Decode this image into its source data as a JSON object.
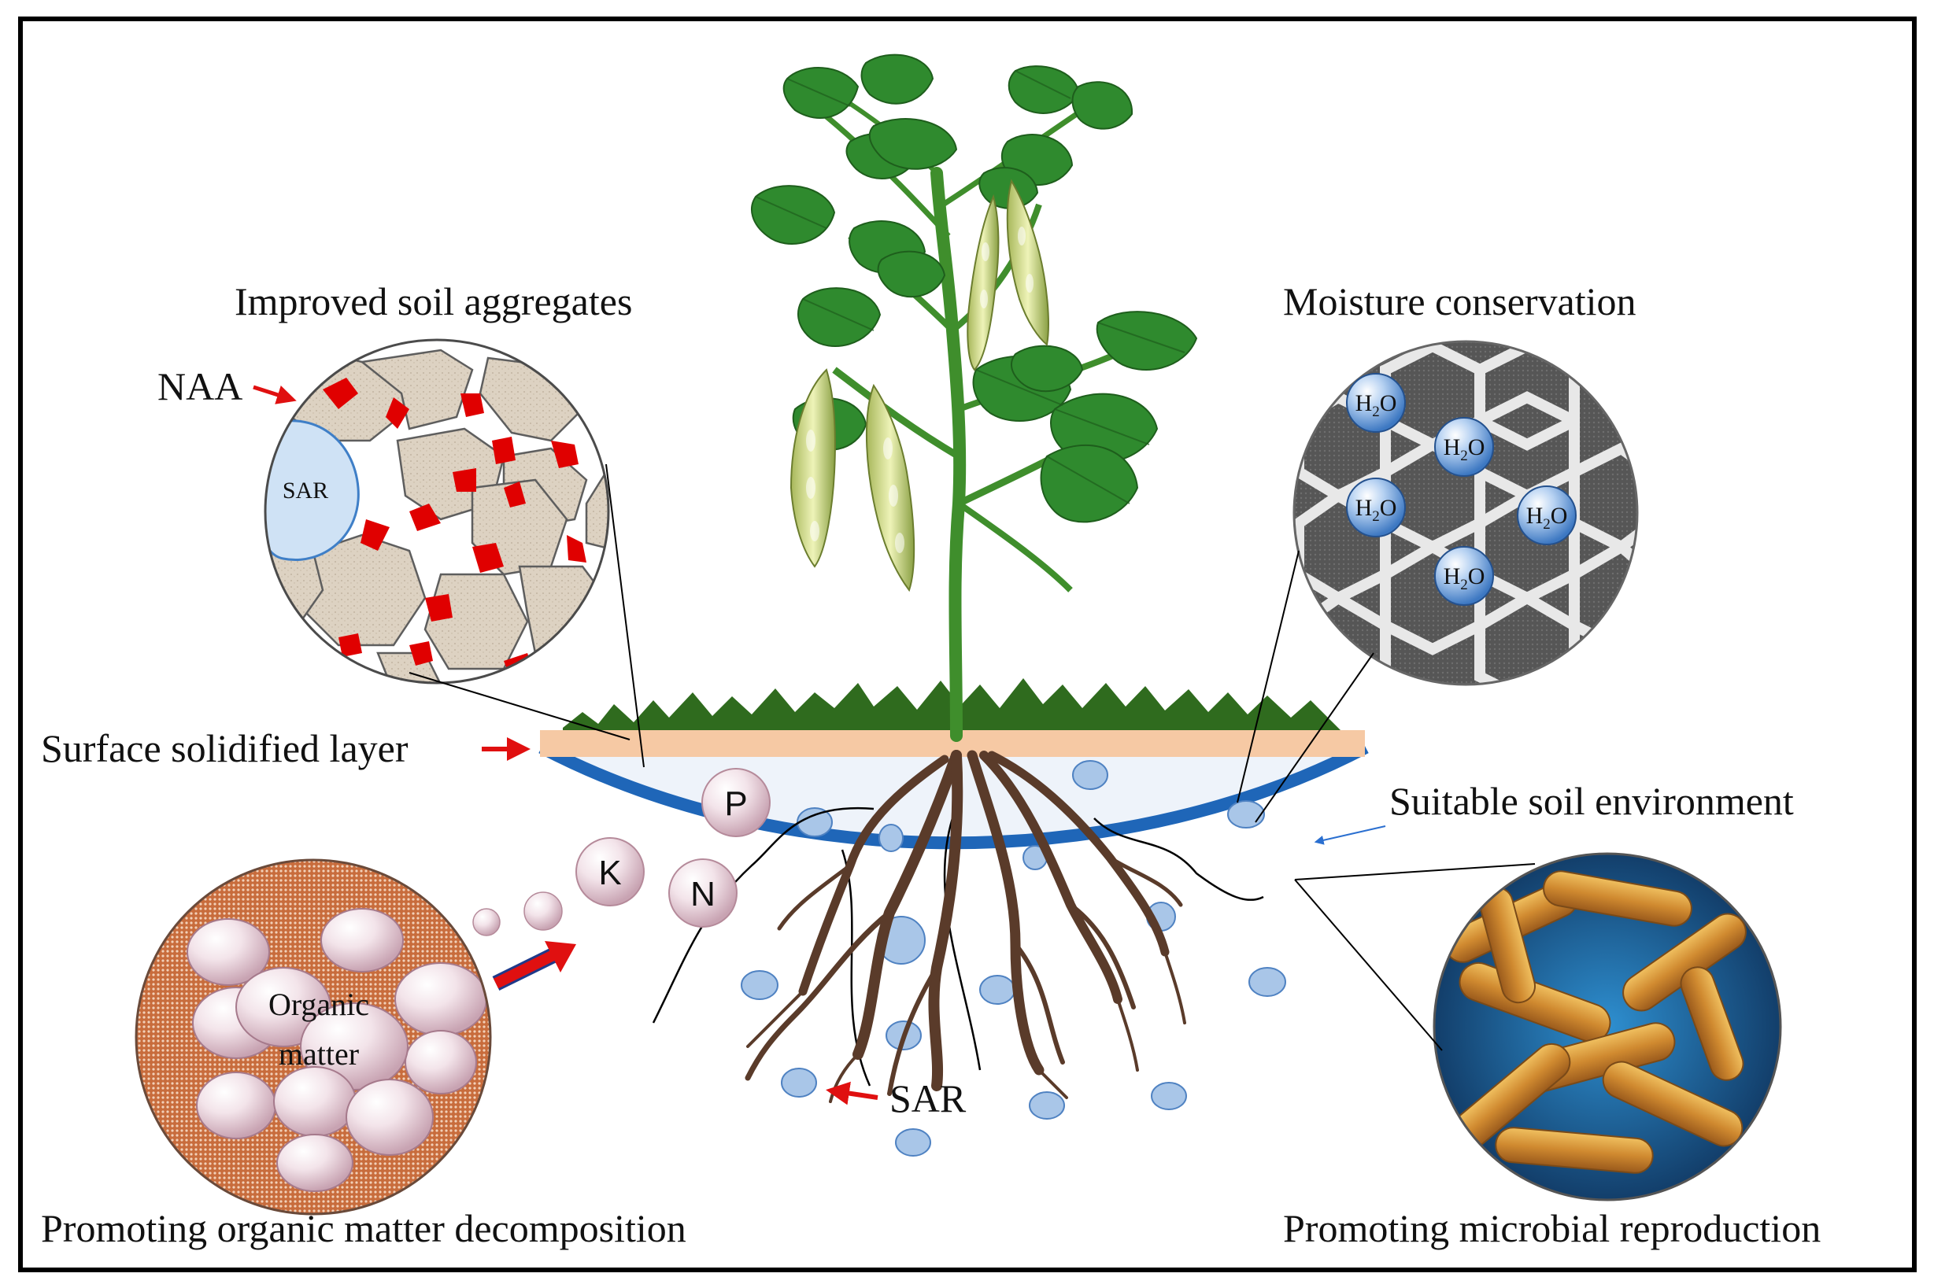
{
  "labels": {
    "improved_soil_aggregates": "Improved soil aggregates",
    "moisture_conservation": "Moisture conservation",
    "naa": "NAA",
    "sar_inset": "SAR",
    "surface_solidified_layer": "Surface solidified layer",
    "suitable_soil_environment": "Suitable soil environment",
    "organic": "Organic",
    "matter": "matter",
    "sar_soil": "SAR",
    "promoting_decomposition": "Promoting organic matter decomposition",
    "promoting_microbial": "Promoting microbial reproduction"
  },
  "nutrients": {
    "p": "P",
    "k": "K",
    "n": "N"
  },
  "water": {
    "h": "H",
    "sub": "2",
    "o": "O"
  },
  "colors": {
    "frame": "#000000",
    "soil_bowl": "#eef3fa",
    "bowl_rim": "#1f66b8",
    "surface_layer": "#f6c9a4",
    "grass": "#2f6b1e",
    "leaf": "#2f8a2e",
    "stem": "#3f8e2c",
    "pod": "#c9d58a",
    "root": "#5a3b2a",
    "red_binder": "#e00000",
    "soil_particle": "#ddd2c2",
    "sar_bubble": "#a9c6e8",
    "water_circle": "#5c5c5c",
    "organic_bg": "#c46a3a",
    "microbe": "#d69a3e",
    "arrow": "#e01010",
    "blue_arrow": "#2a6fd0"
  }
}
